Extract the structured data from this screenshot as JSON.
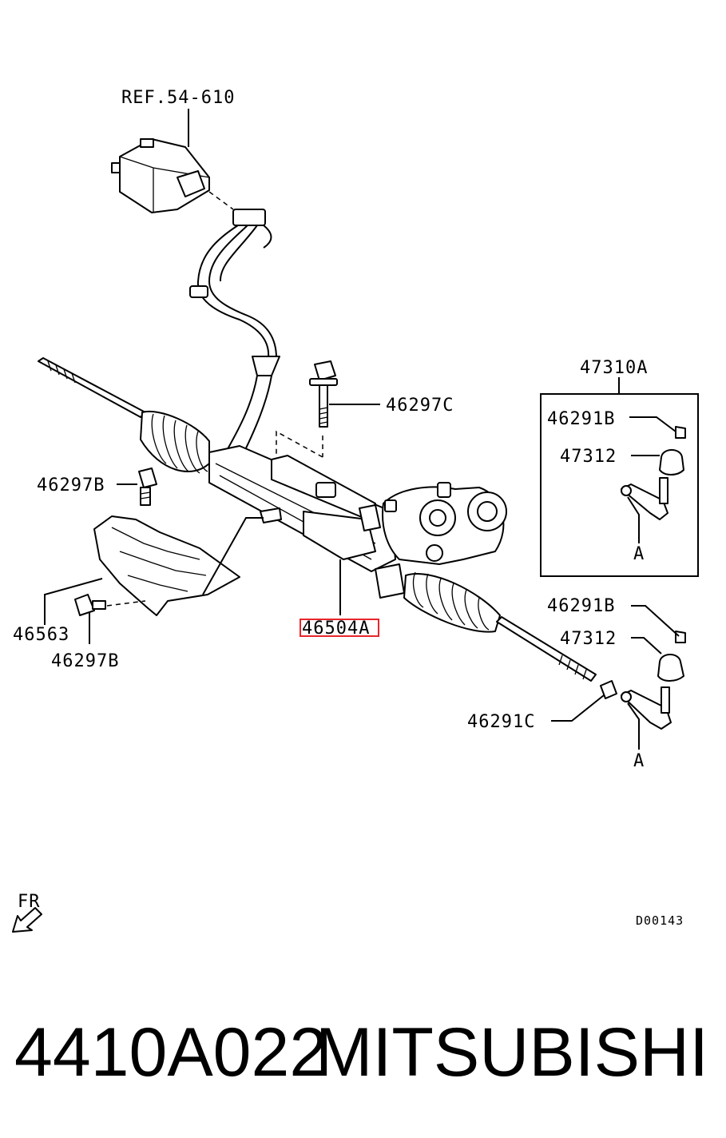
{
  "labels": {
    "ref": "REF.54-610",
    "l46297C": "46297C",
    "l47310A": "47310A",
    "l46291B_upper": "46291B",
    "l47312_upper": "47312",
    "lA_upper": "A",
    "l46297B_upper": "46297B",
    "l46563": "46563",
    "l46297B_lower": "46297B",
    "l46504A": "46504A",
    "l46291B_lower": "46291B",
    "l47312_lower": "47312",
    "l46291C": "46291C",
    "lA_lower": "A",
    "fr": "FR",
    "diagram_code": "D00143"
  },
  "highlight": {
    "color": "#e8262c"
  },
  "footer": {
    "part_number": "4410A022",
    "brand": "MITSUBISHI"
  }
}
